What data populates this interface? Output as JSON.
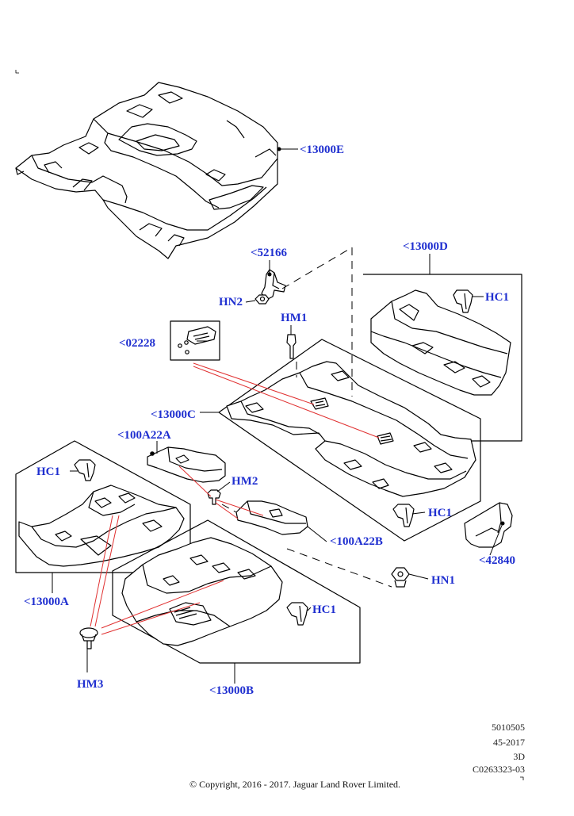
{
  "callouts": {
    "c13000E": "<13000E",
    "c52166": "<52166",
    "hn2": "HN2",
    "c13000D": "<13000D",
    "hc1_top": "HC1",
    "hm1": "HM1",
    "c02228": "<02228",
    "c13000C": "<13000C",
    "c100A22A": "<100A22A",
    "hc1_left": "HC1",
    "hm2": "HM2",
    "hc1_mid": "HC1",
    "c100A22B": "<100A22B",
    "c42840": "<42840",
    "hn1": "HN1",
    "c13000A": "<13000A",
    "hc1_low": "HC1",
    "hm3": "HM3",
    "c13000B": "<13000B"
  },
  "footer": {
    "code1": "5010505",
    "code2": "45-2017",
    "code3": "3D",
    "code4": "C0263323-03",
    "copyright": "© Copyright, 2016 - 2017. Jaguar Land Rover Limited."
  },
  "colors": {
    "callout": "#1f2fd0",
    "leader_red": "#e03030",
    "outline": "#000000"
  }
}
